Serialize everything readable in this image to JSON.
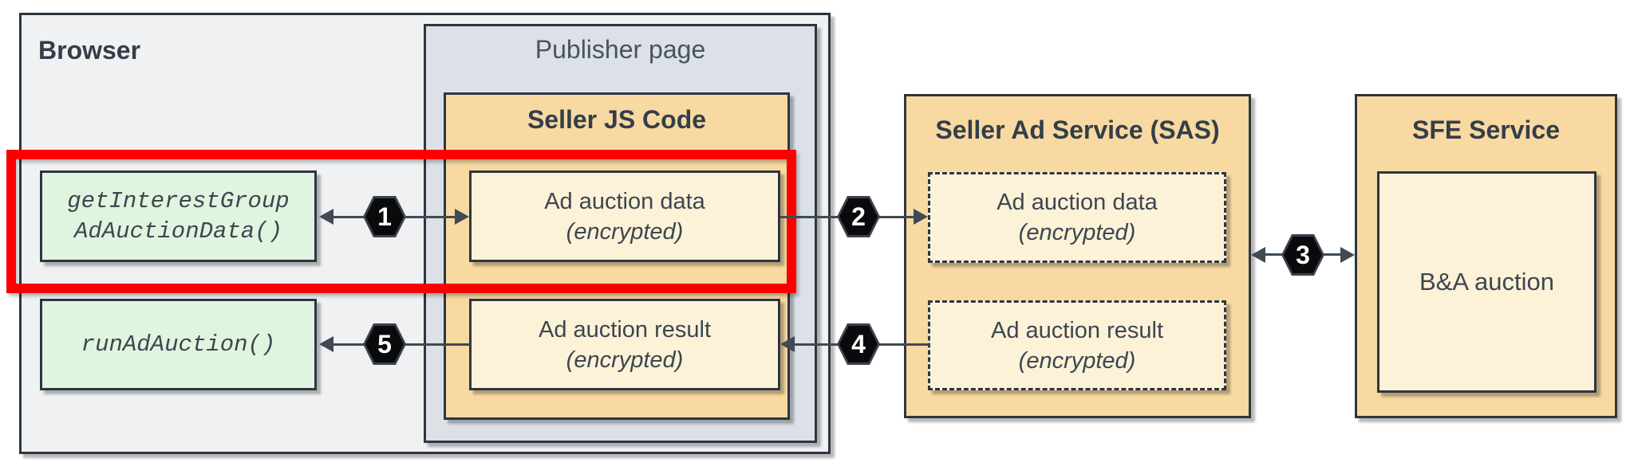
{
  "browser": {
    "title": "Browser",
    "apis": [
      {
        "lines": [
          "getInterestGroup",
          "AdAuctionData()"
        ]
      },
      {
        "lines": [
          "runAdAuction()"
        ]
      }
    ]
  },
  "publisher_page": {
    "title": "Publisher page"
  },
  "seller_js": {
    "title": "Seller JS Code",
    "items": [
      {
        "name": "Ad auction data",
        "qualifier": "(encrypted)"
      },
      {
        "name": "Ad auction result",
        "qualifier": "(encrypted)"
      }
    ]
  },
  "sas": {
    "title": "Seller Ad Service (SAS)",
    "items": [
      {
        "name": "Ad auction data",
        "qualifier": "(encrypted)"
      },
      {
        "name": "Ad auction result",
        "qualifier": "(encrypted)"
      }
    ]
  },
  "sfe": {
    "title": "SFE Service",
    "items": [
      {
        "name": "B&A auction"
      }
    ]
  },
  "steps": [
    {
      "label": "1"
    },
    {
      "label": "2"
    },
    {
      "label": "3"
    },
    {
      "label": "4"
    },
    {
      "label": "5"
    }
  ],
  "colors": {
    "browser_fill": "#f0f1f3",
    "publisher_fill": "#dce1e7",
    "service_fill": "#f8d9a1",
    "inner_box_fill": "#fcf2d8",
    "api_box_fill": "#e0f5df",
    "border_dark": "#2c3640",
    "connector": "#3f4a55",
    "highlight_red": "#fb0000",
    "hexagon_fill": "#0a0a0d",
    "hexagon_text": "#ffffff",
    "text_dark": "#333e49"
  }
}
